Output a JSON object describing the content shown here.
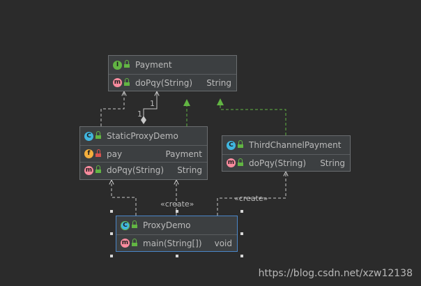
{
  "classes": {
    "payment": {
      "kind_icon": "I",
      "name": "Payment",
      "methods": [
        {
          "icon": "m",
          "name": "doPqy(String)",
          "type": "String"
        }
      ]
    },
    "static_proxy_demo": {
      "kind_icon": "C",
      "name": "StaticProxyDemo",
      "fields": [
        {
          "icon": "f",
          "name": "pay",
          "type": "Payment"
        }
      ],
      "methods": [
        {
          "icon": "m",
          "name": "doPqy(String)",
          "type": "String"
        }
      ]
    },
    "third_channel_payment": {
      "kind_icon": "C",
      "name": "ThirdChannelPayment",
      "methods": [
        {
          "icon": "m",
          "name": "doPqy(String)",
          "type": "String"
        }
      ]
    },
    "proxy_demo": {
      "kind_icon": "C",
      "name": "ProxyDemo",
      "methods": [
        {
          "icon": "m",
          "name": "main(String[])",
          "type": "void"
        }
      ]
    }
  },
  "relations": {
    "aggregation_source_multiplicity": "1",
    "aggregation_target_multiplicity": "1",
    "create_label_left": "«create»",
    "create_label_right": "«create»"
  },
  "colors": {
    "background": "#2b2b2b",
    "dependency": "#c8c8c8",
    "realization": "#62b543",
    "selection": "#4a87c9"
  },
  "watermark": "https://blog.csdn.net/xzw12138"
}
